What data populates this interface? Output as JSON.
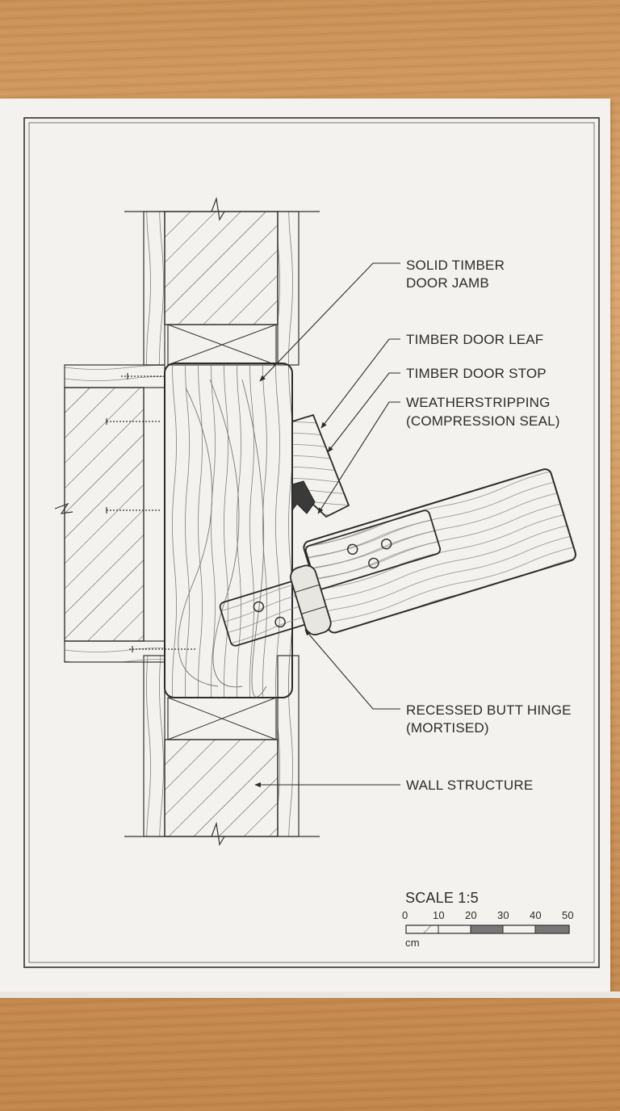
{
  "labels": {
    "jamb_line1": "SOLID TIMBER",
    "jamb_line2": "DOOR JAMB",
    "leaf": "TIMBER DOOR LEAF",
    "stop": "TIMBER DOOR STOP",
    "weather_line1": "WEATHERSTRIPPING",
    "weather_line2": "(COMPRESSION SEAL)",
    "hinge_line1": "RECESSED BUTT HINGE",
    "hinge_line2": "(MORTISED)",
    "wall": "WALL STRUCTURE"
  },
  "scale": {
    "title": "SCALE 1:5",
    "ticks": [
      "0",
      "10",
      "20",
      "30",
      "40",
      "50"
    ],
    "unit": "cm"
  },
  "colors": {
    "paper": "#f3f2ee",
    "ink": "#2b2b2b",
    "desk": "#cf9a60"
  }
}
